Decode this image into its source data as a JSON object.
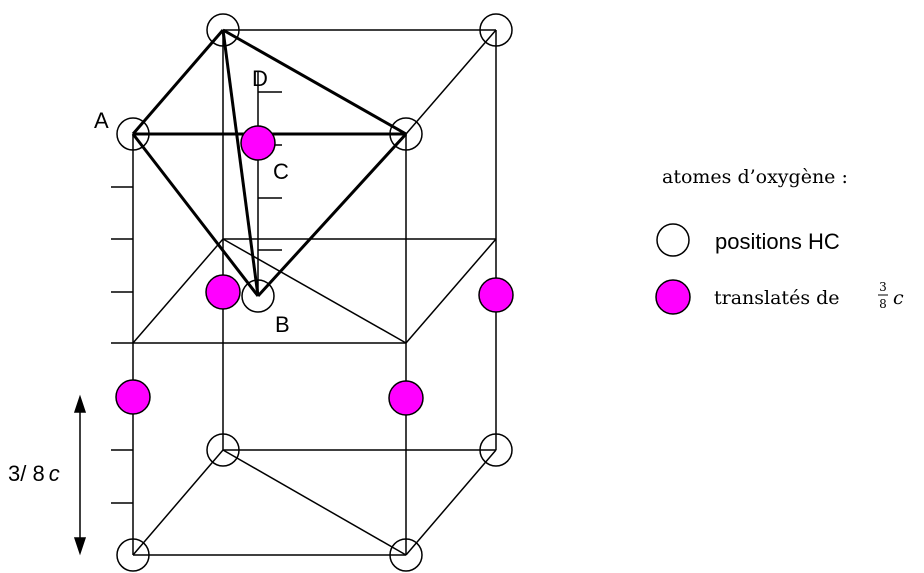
{
  "colors": {
    "line": "#000000",
    "oxygen_translated": "#ff00ff",
    "oxygen_hc": "#ffffff"
  },
  "points": {
    "a": "A",
    "b": "B",
    "c": "C",
    "d": "D"
  },
  "dimension": {
    "value": "3/ 8",
    "var": "c"
  },
  "legend": {
    "title": "atomes d’oxygène :",
    "hc_label": "positions HC",
    "translated_prefix": "translatés de",
    "frac_num": "3",
    "frac_den": "8",
    "translated_var": "c"
  }
}
